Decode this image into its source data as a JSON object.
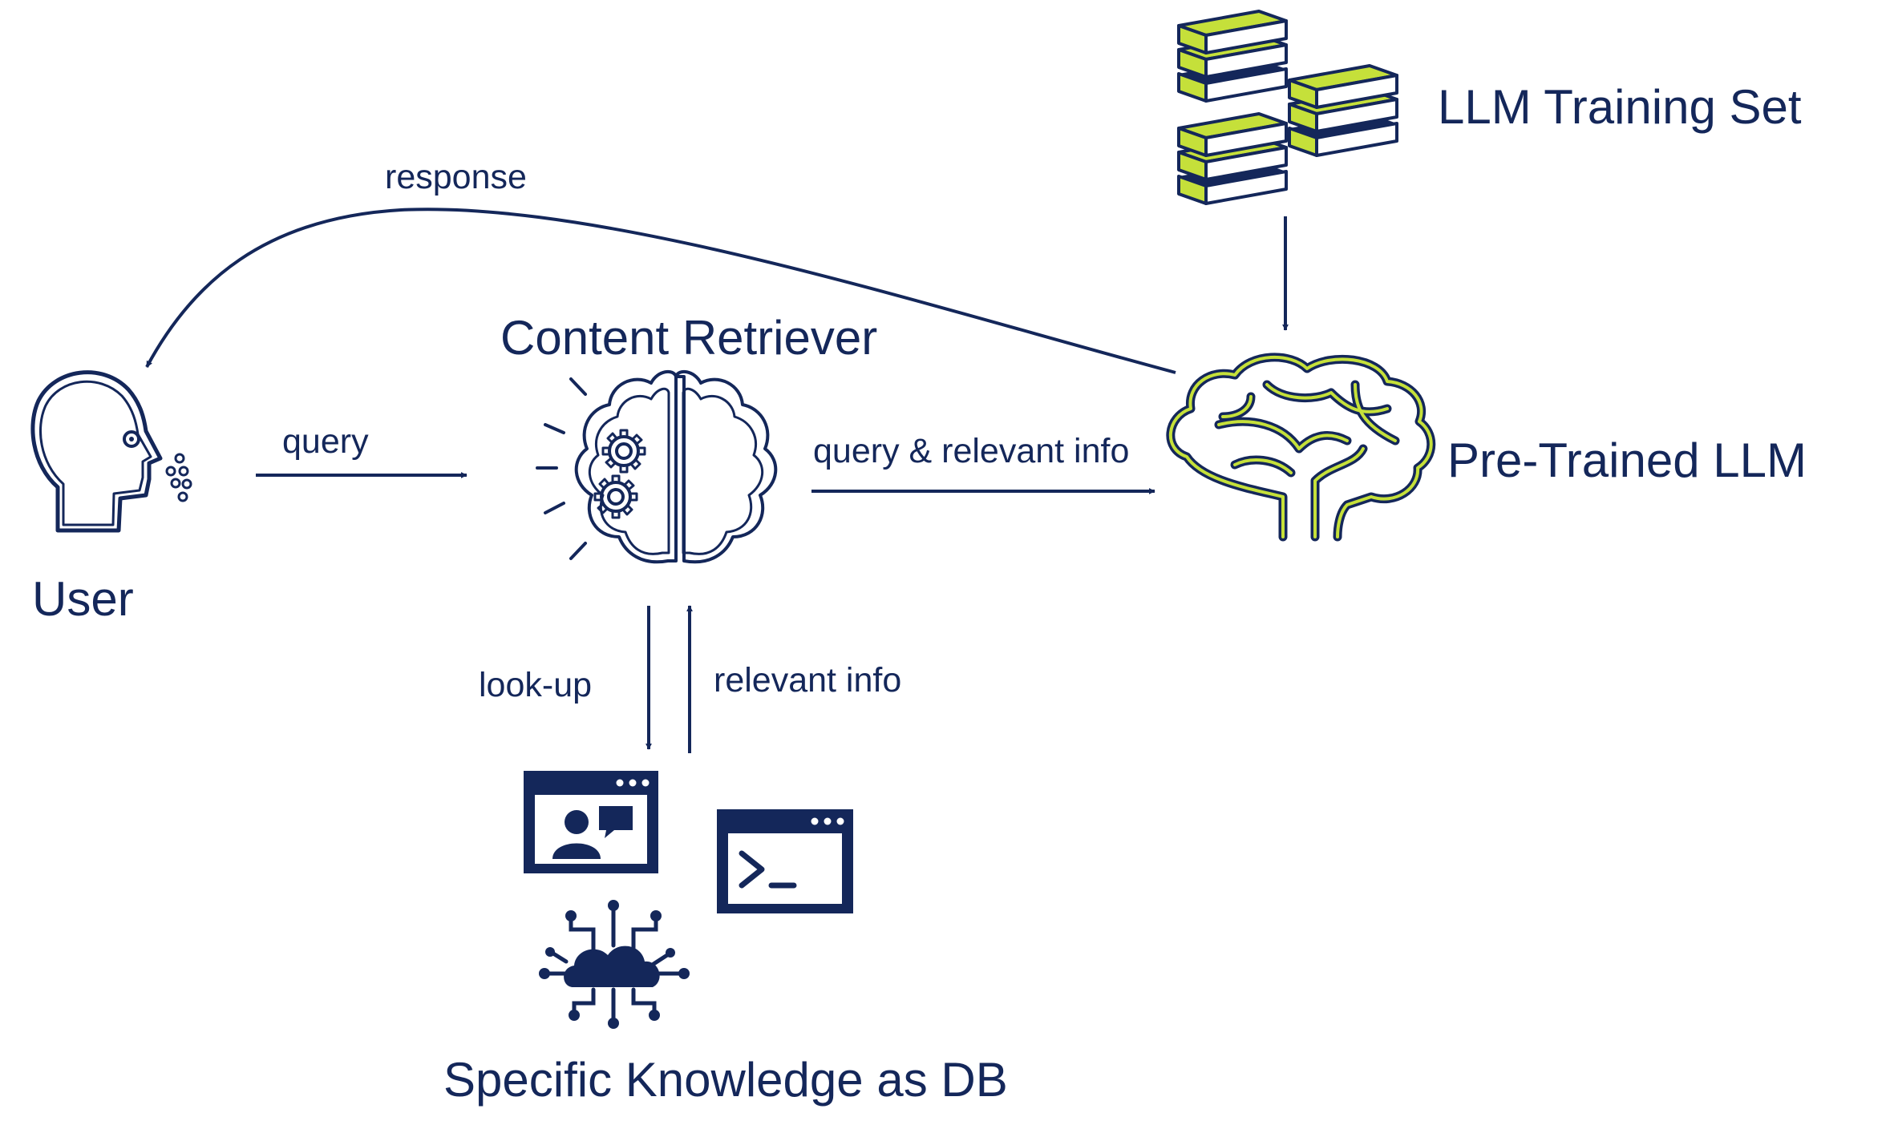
{
  "colors": {
    "navy": "#14275a",
    "lime": "#c5e03a"
  },
  "nodes": {
    "user": {
      "label": "User",
      "icon": "user-speaking-icon"
    },
    "content_retriever": {
      "label": "Content Retriever",
      "icon": "brain-gears-icon"
    },
    "pretrained_llm": {
      "label": "Pre-Trained LLM",
      "icon": "brain-icon"
    },
    "training_set": {
      "label": "LLM Training Set",
      "icon": "book-stacks-icon"
    },
    "knowledge_db": {
      "label": "Specific Knowledge as DB",
      "icons": [
        "video-chat-window-icon",
        "terminal-window-icon",
        "cloud-network-icon"
      ]
    }
  },
  "edges": {
    "response": "response",
    "query": "query",
    "query_relevant": "query & relevant info",
    "lookup": "look-up",
    "relevant_info": "relevant info"
  }
}
